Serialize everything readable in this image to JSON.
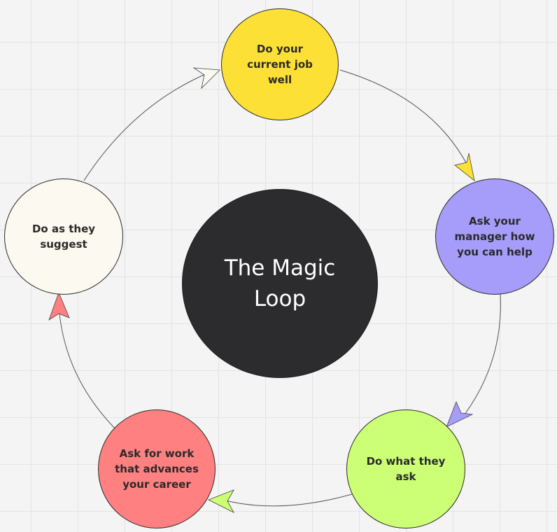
{
  "center": {
    "label": "The Magic\nLoop",
    "color": "#2c2c2f"
  },
  "steps": [
    {
      "label": "Do your\ncurrent job\nwell",
      "color": "#fde036"
    },
    {
      "label": "Ask your\nmanager how\nyou can help",
      "color": "#a69cf9"
    },
    {
      "label": "Do what they\nask",
      "color": "#cdff76"
    },
    {
      "label": "Ask for work\nthat advances\nyour career",
      "color": "#ff8080"
    },
    {
      "label": "Do as they\nsuggest",
      "color": "#fcf9f1"
    }
  ]
}
